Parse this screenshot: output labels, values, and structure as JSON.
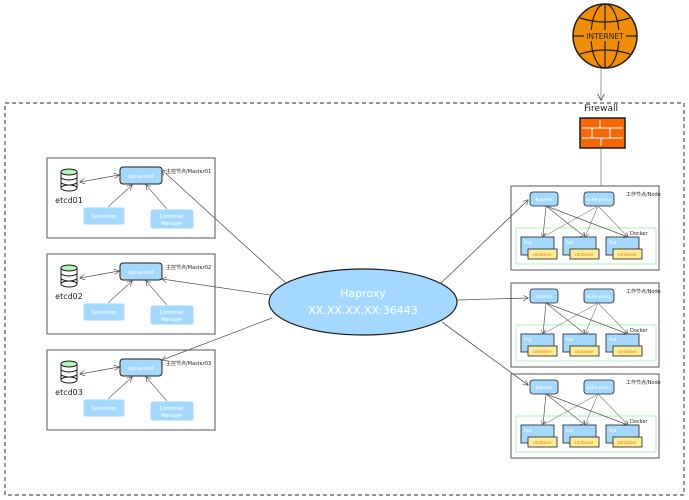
{
  "internet": {
    "label": "INTERNET"
  },
  "firewall": {
    "label": "Firewall"
  },
  "haproxy": {
    "title": "Haproxy",
    "address": "XX.XX.XX.XX:36443"
  },
  "masters": [
    {
      "etcd": "etcd01",
      "apiserver": "api-server",
      "scheduler": "Scheduler",
      "controller_line1": "Controller",
      "controller_line2": "Manager",
      "node_label": "主控节点/Master01"
    },
    {
      "etcd": "etcd02",
      "apiserver": "api-server",
      "scheduler": "Scheduler",
      "controller_line1": "Controller",
      "controller_line2": "Manager",
      "node_label": "主控节点/Master02"
    },
    {
      "etcd": "etcd03",
      "apiserver": "api-server",
      "scheduler": "Scheduler",
      "controller_line1": "Controller",
      "controller_line2": "Manager",
      "node_label": "主控节点/Master03"
    }
  ],
  "workers": [
    {
      "kubelet": "Kubelet",
      "kubeproxy": "kube-proxy",
      "node_label": "工作节点/Node",
      "docker": "Docker",
      "pods": [
        {
          "pod": "Pod",
          "container": "container"
        },
        {
          "pod": "Pod",
          "container": "container"
        },
        {
          "pod": "Pod",
          "container": "container"
        }
      ]
    },
    {
      "kubelet": "Kubelet",
      "kubeproxy": "kube-proxy",
      "node_label": "工作节点/Node",
      "docker": "Docker",
      "pods": [
        {
          "pod": "Pod",
          "container": "container"
        },
        {
          "pod": "Pod",
          "container": "container"
        },
        {
          "pod": "Pod",
          "container": "container"
        }
      ]
    },
    {
      "kubelet": "Kubelet",
      "kubeproxy": "kube-proxy",
      "node_label": "工作节点/Node",
      "docker": "Docker",
      "pods": [
        {
          "pod": "Pod",
          "container": "container"
        },
        {
          "pod": "Pod",
          "container": "container"
        },
        {
          "pod": "Pod",
          "container": "container"
        }
      ]
    }
  ],
  "colors": {
    "component_fill": "#a5d8ff",
    "component_stroke": "#1e1e1e",
    "container_fill": "#ffec99",
    "docker_stroke": "#b2f2bb",
    "internet_fill": "#f08c00",
    "firewall_fill": "#f76707",
    "etcd_top": "#b2f2bb"
  }
}
